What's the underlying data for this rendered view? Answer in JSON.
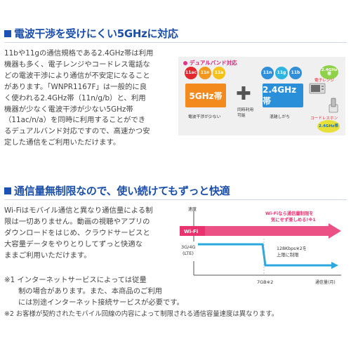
{
  "section1": {
    "heading": "電波干渉を受けにくい5GHzに対応",
    "paragraph": "11bや11gの通信規格である2.4GHz帯は利用\n機器も多く、電子レンジやコードレス電話な\nどの電波干渉により通信が不安定になること\nがあります。「WNPR1167F」は一般的に良\nく使われる2.4GHz帯（11n/g/b）と、利用\n機器が少なく電波干渉が少ない5GHz帯\n（11ac/n/a）を同時に利用することができ\nるデュアルバンド対応ですので、高速かつ安\n定した通信をご利用いただけます。",
    "diagram": {
      "title": "デュアルバンド対応",
      "left_circles": [
        "11ac",
        "11n",
        "11a"
      ],
      "band5_label": "5GHz帯",
      "band5_caption": "電波干渉が少ない",
      "plus": "✚",
      "mid_caption": "同時利用\n可能",
      "right_circles": [
        "11n",
        "11g",
        "11b"
      ],
      "band24_label": "2.4GHz帯",
      "band24_caption": "混雑しがち",
      "microwave_label": "電子レンジ",
      "microwave_badge": "2.4GHz帯",
      "phone_label": "コードレスホン",
      "phone_badge": "2.4GHz帯"
    }
  },
  "section2": {
    "heading": "通信量無制限なので、使い続けてもずっと快適",
    "paragraph": "Wi-Fiはモバイル通信と異なり通信量による制\n限は一切ありません。動画の視聴やアプリの\nダウンロードをはじめ、クラウドサービスと\n大容量データをやりとりしてずっと快適な\nままご利用いただけます。",
    "notes": [
      "※1 インターネットサービスによっては従量",
      "制の場合があります。また、本商品のご利用",
      "には別途インターネット接続サービスが必要です。",
      "※2 お客様が契約されたモバイル回線の内容によって制限される通信容量速度は異なります。"
    ]
  },
  "chart_data": {
    "type": "line",
    "ylabel": "速度",
    "xlabel": "通信量(月)",
    "series": [
      {
        "name": "Wi-Fi",
        "note": "Wi-Fiなら通信量制限を気にせず楽しめる!※1"
      },
      {
        "name": "3G/4G (LTE)",
        "note": "128Kbps※2を上限に制限"
      }
    ],
    "threshold_label": "7GB※2"
  },
  "colors": {
    "heading_blue": "#1c4faa",
    "wifi_pink": "#e8336f",
    "lte_blue": "#2ca7e0"
  }
}
